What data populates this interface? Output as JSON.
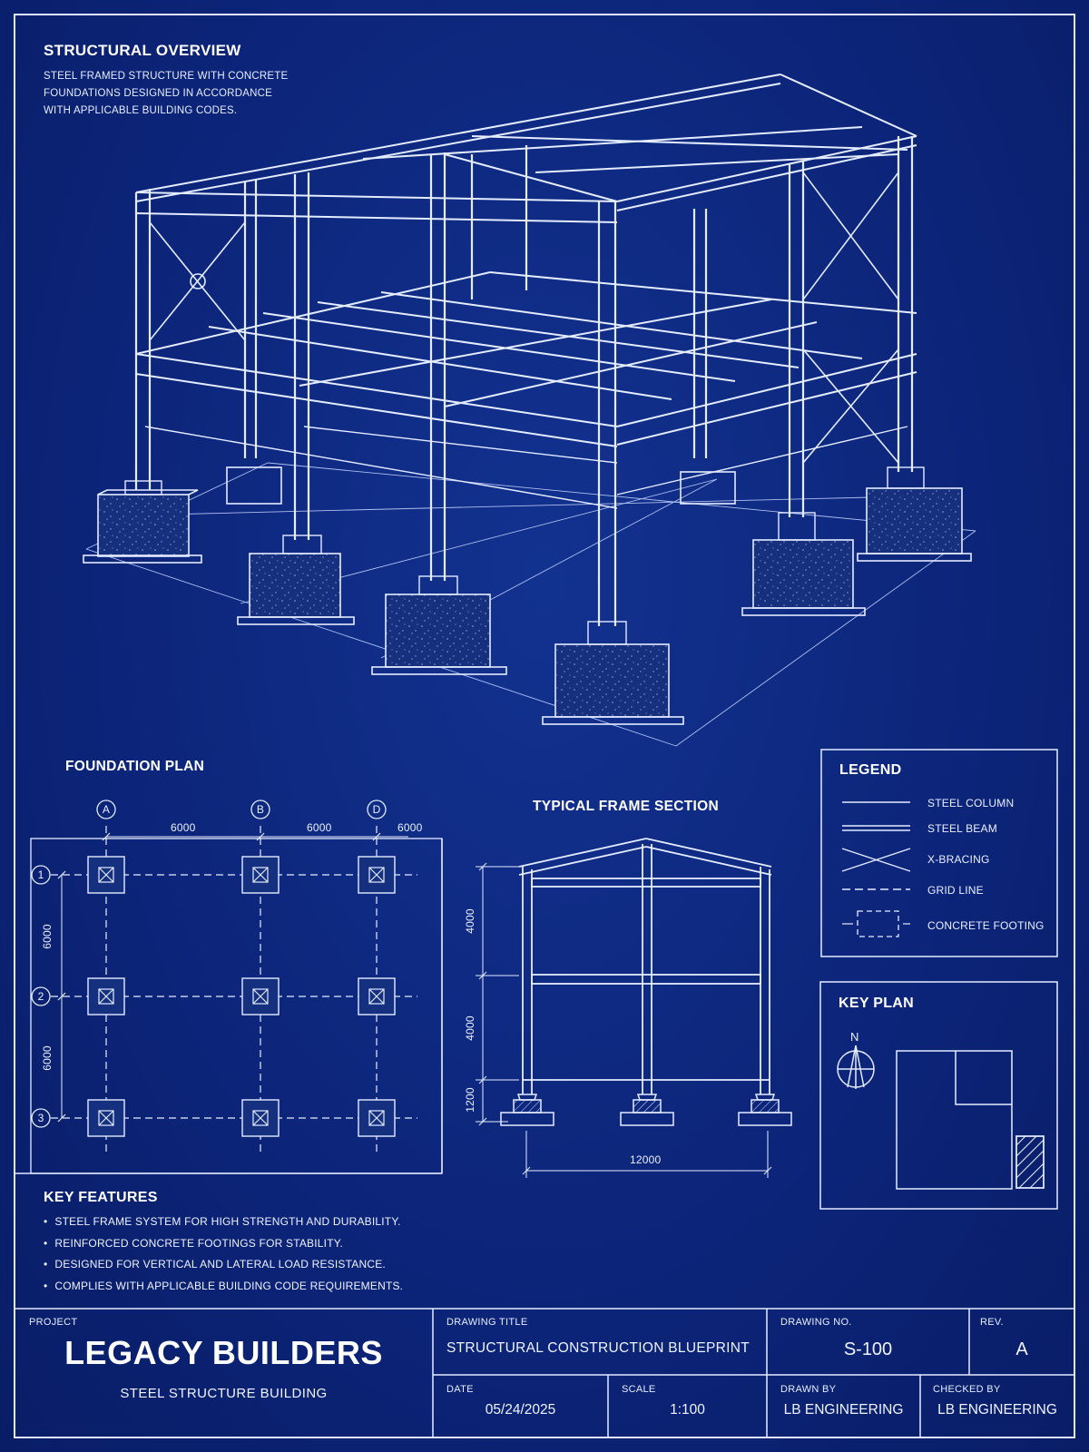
{
  "overview": {
    "title": "STRUCTURAL OVERVIEW",
    "lines": [
      "STEEL FRAMED STRUCTURE WITH CONCRETE",
      "FOUNDATIONS DESIGNED IN ACCORDANCE",
      "WITH APPLICABLE BUILDING CODES."
    ]
  },
  "foundation_plan": {
    "title": "FOUNDATION PLAN",
    "columns": [
      "A",
      "B",
      "D"
    ],
    "rows": [
      "1",
      "2",
      "3"
    ],
    "spacing_x": [
      "6000",
      "6000",
      "6000"
    ],
    "spacing_y": [
      "6000",
      "6000"
    ]
  },
  "frame_section": {
    "title": "TYPICAL FRAME SECTION",
    "heights": [
      "4000",
      "4000",
      "1200"
    ],
    "span": "12000"
  },
  "legend": {
    "title": "LEGEND",
    "items": [
      "STEEL COLUMN",
      "STEEL BEAM",
      "X-BRACING",
      "GRID LINE",
      "CONCRETE FOOTING"
    ]
  },
  "key_plan": {
    "title": "KEY PLAN",
    "north": "N"
  },
  "key_features": {
    "title": "KEY FEATURES",
    "items": [
      "STEEL FRAME SYSTEM FOR HIGH STRENGTH AND DURABILITY.",
      "REINFORCED CONCRETE FOOTINGS FOR STABILITY.",
      "DESIGNED FOR VERTICAL AND LATERAL LOAD RESISTANCE.",
      "COMPLIES WITH APPLICABLE BUILDING CODE REQUIREMENTS."
    ]
  },
  "title_block": {
    "project_label": "PROJECT",
    "project_name": "LEGACY BUILDERS",
    "project_sub": "STEEL STRUCTURE BUILDING",
    "drawing_title_label": "DRAWING TITLE",
    "drawing_title": "STRUCTURAL CONSTRUCTION BLUEPRINT",
    "drawing_no_label": "DRAWING NO.",
    "drawing_no": "S-100",
    "rev_label": "REV.",
    "rev": "A",
    "date_label": "DATE",
    "date": "05/24/2025",
    "scale_label": "SCALE",
    "scale": "1:100",
    "drawn_by_label": "DRAWN BY",
    "drawn_by": "LB ENGINEERING",
    "checked_by_label": "CHECKED BY",
    "checked_by": "LB ENGINEERING"
  },
  "colors": {
    "background": "#0c2478",
    "line": "#eaf0ff"
  }
}
